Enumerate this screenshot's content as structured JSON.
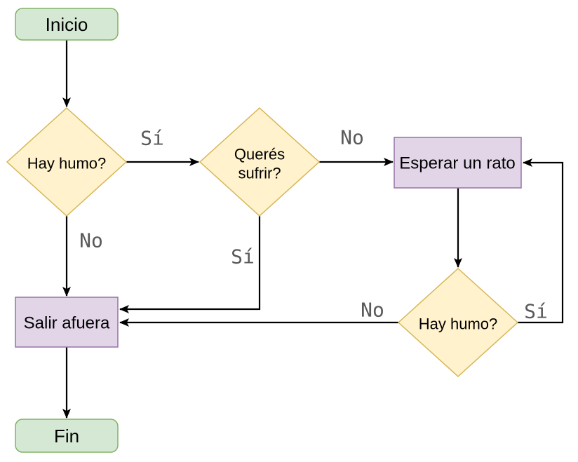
{
  "diagram": {
    "colors": {
      "background": "#ffffff",
      "terminal_fill": "#d5e8d4",
      "terminal_stroke": "#82b366",
      "decision_fill": "#fff2cc",
      "decision_stroke": "#d6b656",
      "process_fill": "#e1d5e7",
      "process_stroke": "#9673a6",
      "arrow": "#000000",
      "node_text": "#000000",
      "edge_label_text": "#595959"
    },
    "nodes": {
      "inicio": {
        "label": "Inicio",
        "type": "terminal"
      },
      "hay_humo_1": {
        "label": "Hay humo?",
        "type": "decision"
      },
      "queres_sufrir": {
        "line1": "Querés",
        "line2": "sufrir?",
        "type": "decision"
      },
      "esperar_un_rato": {
        "label": "Esperar un rato",
        "type": "process"
      },
      "hay_humo_2": {
        "label": "Hay humo?",
        "type": "decision"
      },
      "salir_afuera": {
        "label": "Salir afuera",
        "type": "process"
      },
      "fin": {
        "label": "Fin",
        "type": "terminal"
      }
    },
    "edge_labels": {
      "hay_humo_1_si": "Sí",
      "hay_humo_1_no": "No",
      "queres_sufrir_no": "No",
      "queres_sufrir_si": "Sí",
      "hay_humo_2_si": "Sí",
      "hay_humo_2_no": "No"
    }
  }
}
